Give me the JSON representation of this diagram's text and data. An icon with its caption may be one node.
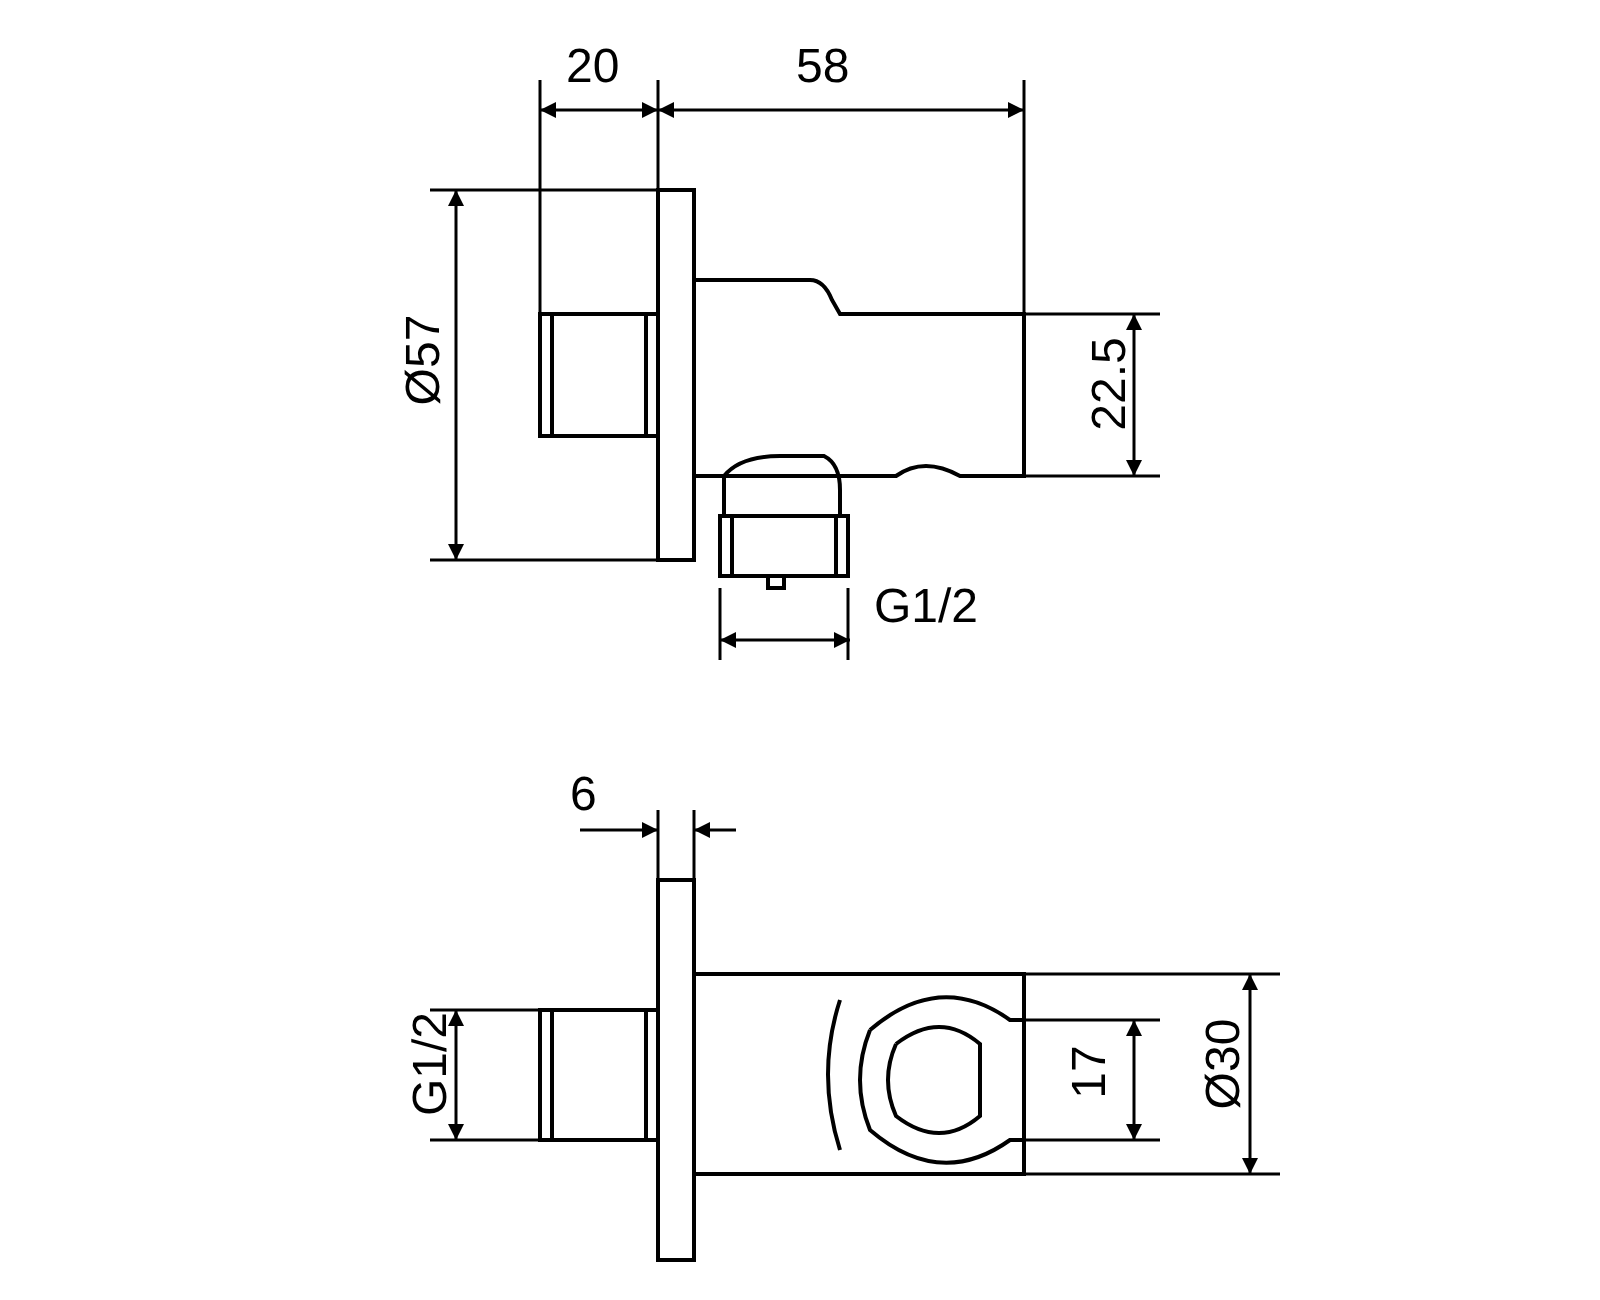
{
  "diagram": {
    "labels": [
      "20",
      "58",
      "Ø57",
      "22.5",
      "G1/2",
      "6",
      "G1/2",
      "17",
      "Ø30"
    ]
  }
}
